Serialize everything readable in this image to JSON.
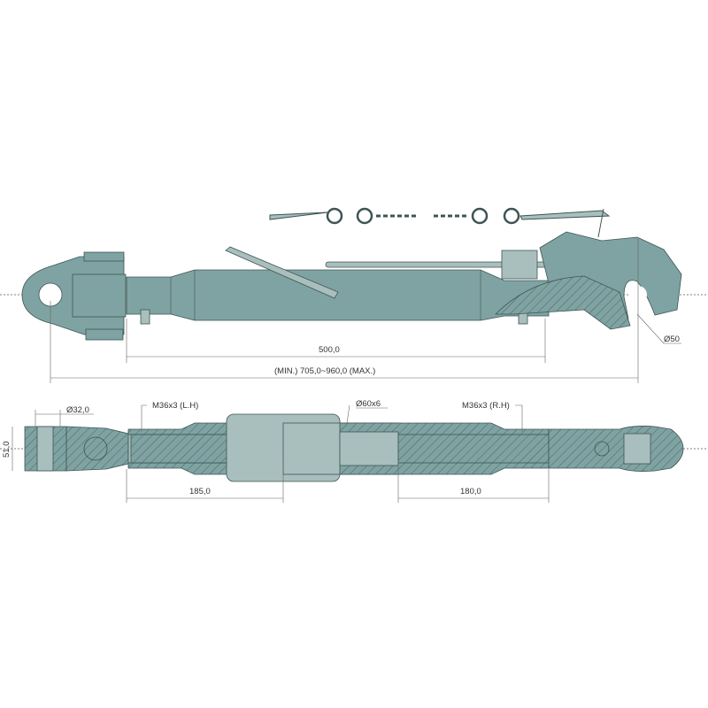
{
  "drawing": {
    "colors": {
      "body": "#7fa3a2",
      "light": "#a9bfbe",
      "outline": "#3d5554"
    },
    "side_view": {
      "dim_length": "500,0",
      "dim_total": "(MIN.) 705,0~960,0 (MAX.)",
      "dim_hook": "Ø50"
    },
    "section_view": {
      "dim_pin": "Ø32,0",
      "dim_height": "51,0",
      "thread_left": "M36x3 (L.H)",
      "tube": "Ø60x6",
      "thread_right": "M36x3 (R.H)",
      "dim_left": "185,0",
      "dim_right": "180,0"
    }
  }
}
